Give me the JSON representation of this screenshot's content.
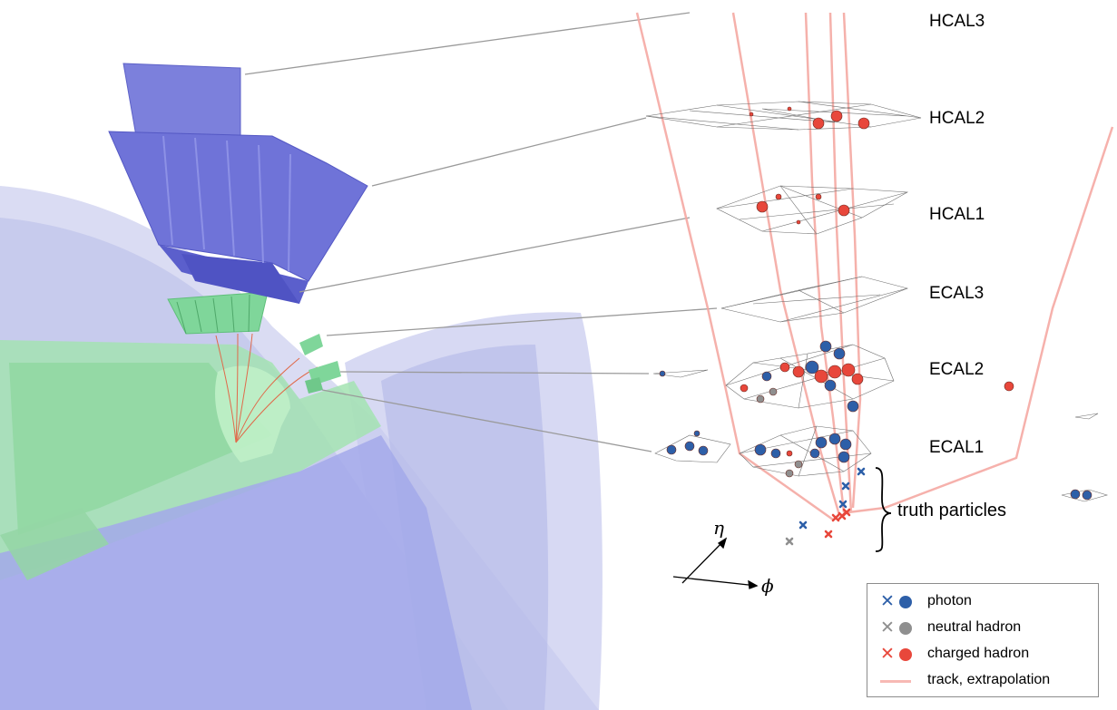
{
  "layers": {
    "hcal3": "HCAL3",
    "hcal2": "HCAL2",
    "hcal1": "HCAL1",
    "ecal3": "ECAL3",
    "ecal2": "ECAL2",
    "ecal1": "ECAL1"
  },
  "truth_label": "truth particles",
  "axes": {
    "eta": "η",
    "phi": "ϕ"
  },
  "legend": {
    "items": [
      {
        "label": "photon",
        "marker": "cross-dot",
        "color": "#2d5fa8"
      },
      {
        "label": "neutral hadron",
        "marker": "cross-dot",
        "color": "#8f8f8f"
      },
      {
        "label": "charged hadron",
        "marker": "cross-dot",
        "color": "#e8473b"
      },
      {
        "label": "track, extrapolation",
        "marker": "line",
        "color": "#f7b9b4"
      }
    ]
  },
  "colors": {
    "hcal": "#6f73d8",
    "ecal": "#7fd69a",
    "barrel": "#b6b9e6",
    "track": "#f5a9a3",
    "photon": "#2d5fa8",
    "neutral_hadron": "#8f8f8f",
    "charged_hadron": "#e8473b"
  }
}
